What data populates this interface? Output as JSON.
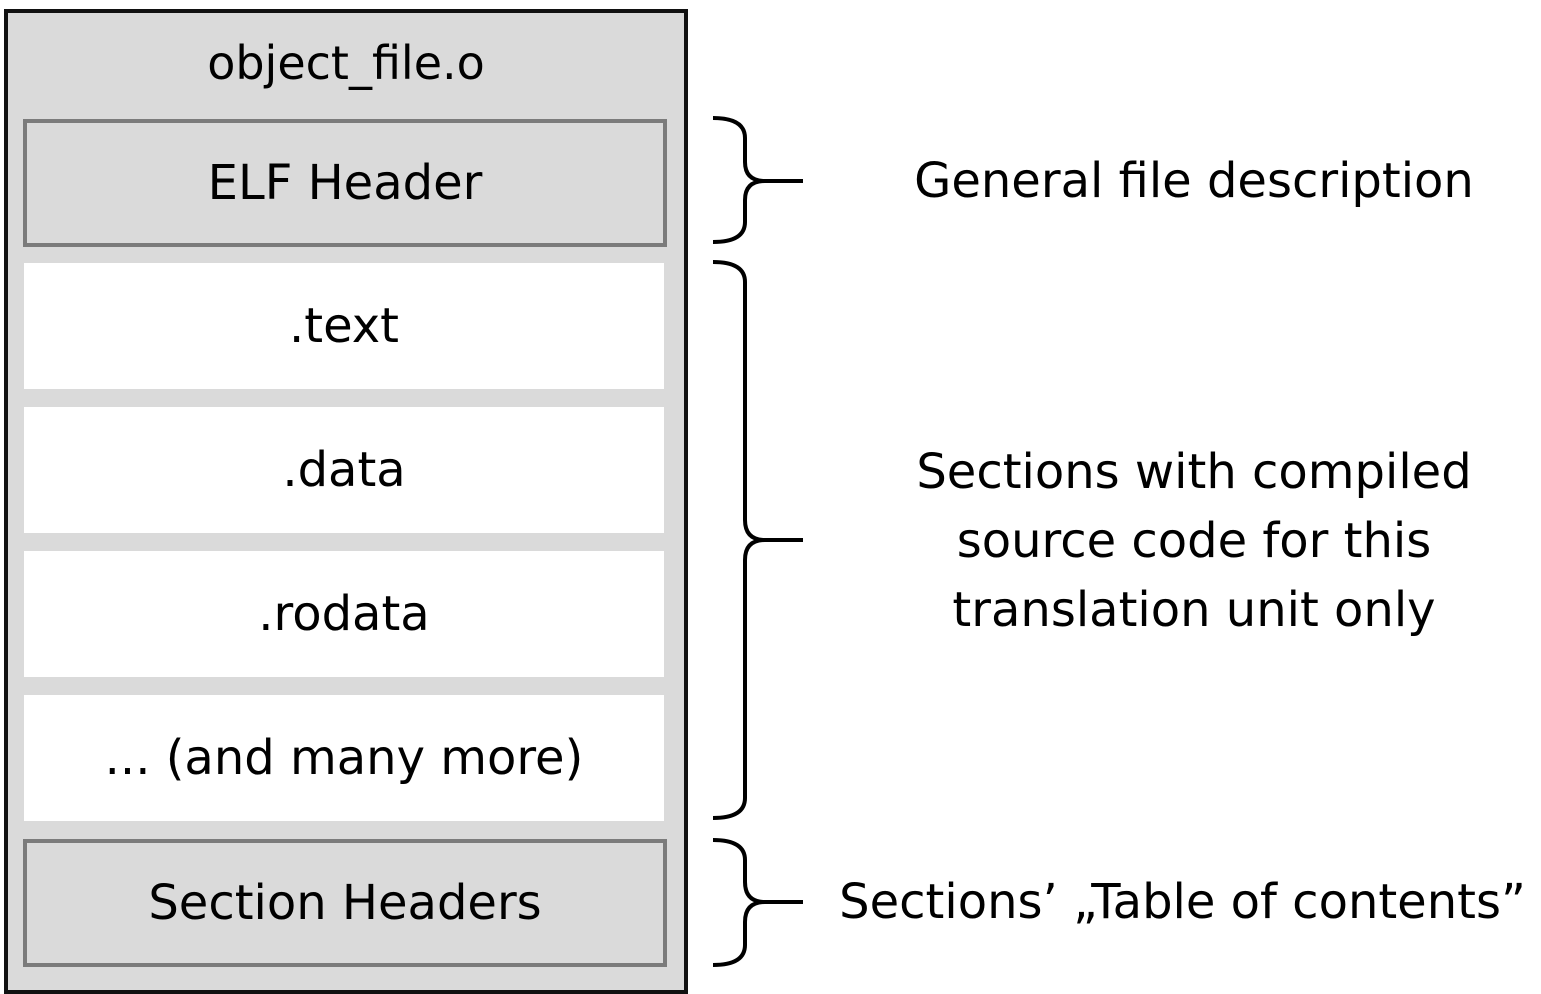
{
  "file": {
    "name": "object_file.o",
    "elf_header": "ELF Header",
    "sections": [
      ".text",
      ".data",
      ".rodata",
      "... (and many more)"
    ],
    "section_headers": "Section Headers"
  },
  "descriptions": {
    "elf_header": "General file description",
    "sections_lines": [
      "Sections with compiled",
      "source code for this",
      "translation unit only"
    ],
    "section_headers": "Sections’ „Table of contents”"
  },
  "colors": {
    "file_background": "#dadada",
    "outer_border": "#111111",
    "header_border": "#7b7b7b",
    "section_background": "#ffffff"
  }
}
